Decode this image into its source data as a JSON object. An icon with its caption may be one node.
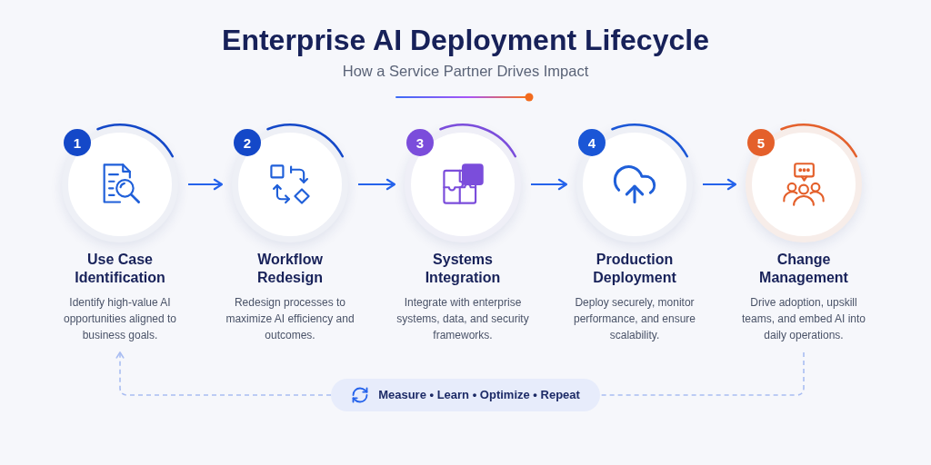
{
  "diagram": {
    "title": "Enterprise AI Deployment Lifecycle",
    "nodes": [
      {
        "text": [
          "1",
          "Use Case Identification",
          "Identify high-value AI opportunities aligned to business goals."
        ]
      },
      {
        "text": [
          "2",
          "Workflow Redesign",
          "Redesign processes to maximize AI efficiency and outcomes."
        ]
      },
      {
        "text": [
          "3",
          "Systems Integration",
          "Integrate with enterprise systems, data, and security frameworks."
        ]
      },
      {
        "text": [
          "4",
          "Production Deployment",
          "Deploy securely, monitor performance, and ensure scalability."
        ]
      },
      {
        "text": [
          "5",
          "Change Management",
          "Drive adoption, upskill teams, and embed AI into daily operations."
        ]
      },
      {
        "text": [
          "Measure • Learn • Optimize • Repeat"
        ]
      }
    ],
    "edges": [
      {
        "from": 0,
        "to": 1,
        "arrow": "to"
      },
      {
        "from": 1,
        "to": 2,
        "arrow": "to"
      },
      {
        "from": 2,
        "to": 3,
        "arrow": "to"
      },
      {
        "from": 3,
        "to": 4,
        "arrow": "to"
      },
      {
        "from": 4,
        "to": 5,
        "arrow": "none",
        "style": "dashed",
        "color": "#a9bdf2"
      },
      {
        "from": 5,
        "to": 0,
        "arrow": "to",
        "style": "dashed",
        "color": "#a9bdf2"
      }
    ],
    "labels": [
      "How a Service Partner Drives Impact"
    ]
  }
}
